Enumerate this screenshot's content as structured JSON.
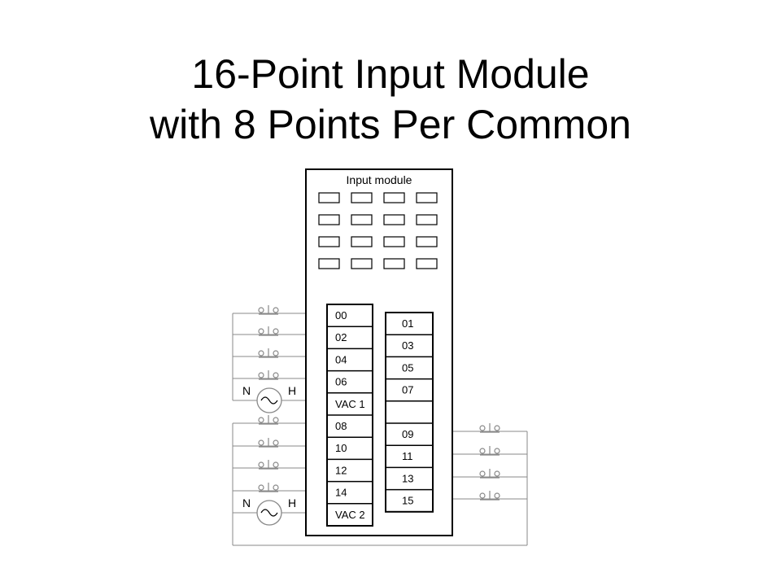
{
  "slide": {
    "title_line1": "16-Point Input Module",
    "title_line2": "with 8 Points Per Common"
  },
  "module": {
    "label": "Input module",
    "indicator_rows": 4,
    "indicator_cols": 4,
    "left_terminals": [
      "00",
      "02",
      "04",
      "06",
      "VAC 1",
      "08",
      "10",
      "12",
      "14",
      "VAC 2"
    ],
    "right_terminals": [
      "01",
      "03",
      "05",
      "07",
      "",
      "09",
      "11",
      "13",
      "15"
    ]
  },
  "power_sources": [
    {
      "neutral_label": "N",
      "hot_label": "H"
    },
    {
      "neutral_label": "N",
      "hot_label": "H"
    }
  ],
  "colors": {
    "line": "#000000",
    "wire": "#888888"
  }
}
